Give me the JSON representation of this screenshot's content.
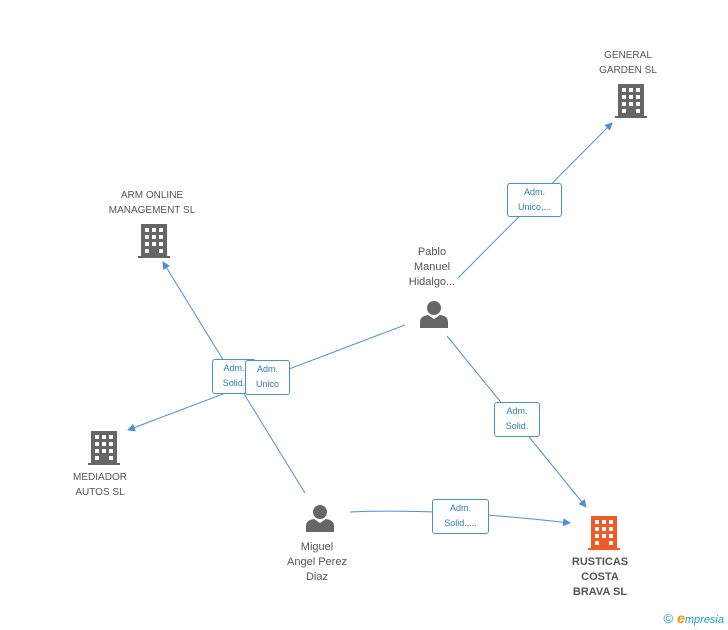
{
  "nodes": {
    "general_garden": {
      "line1": "GENERAL",
      "line2": "GARDEN SL",
      "color": "#666666"
    },
    "arm_online": {
      "line1": "ARM ONLINE",
      "line2": "MANAGEMENT SL",
      "color": "#666666"
    },
    "mediador": {
      "line1": "MEDIADOR",
      "line2": "AUTOS  SL",
      "color": "#666666"
    },
    "rusticas": {
      "line1": "RUSTICAS",
      "line2": "COSTA",
      "line3": "BRAVA  SL",
      "color": "#f05a28"
    },
    "pablo": {
      "line1": "Pablo",
      "line2": "Manuel",
      "line3": "Hidalgo..."
    },
    "miguel": {
      "line1": "Miguel",
      "line2": "Angel Perez",
      "line3": "Diaz"
    }
  },
  "edges": {
    "pablo_general": {
      "line1": "Adm.",
      "line2": "Unico,..."
    },
    "miguel_arm": {
      "line1": "Adm.",
      "line2": "Solid."
    },
    "pablo_mediador": {
      "line1": "Adm.",
      "line2": "Unico"
    },
    "pablo_rusticas": {
      "line1": "Adm.",
      "line2": "Solid."
    },
    "miguel_rusticas": {
      "line1": "Adm.",
      "line2": "Solid.,..."
    }
  },
  "colors": {
    "edge": "#4a90d9",
    "building": "#666666",
    "building_main": "#f05a28",
    "person": "#666666"
  },
  "footer": {
    "symbol": "©",
    "brand_e": "e",
    "brand_rest": "mpresia"
  }
}
